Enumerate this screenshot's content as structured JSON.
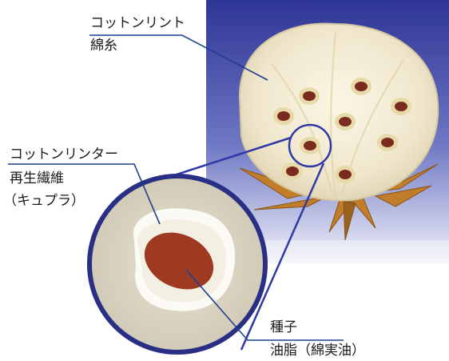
{
  "labels": {
    "lint_line1": "コットンリント",
    "lint_line2": "綿糸",
    "linter_line1": "コットンリンター",
    "linter_line2": "再生繊維",
    "linter_line3": "（キュプラ）",
    "seed_line1": "種子",
    "seed_line2": "油脂（綿実油）"
  },
  "colors": {
    "background_gradient_top": "#3a3f9e",
    "background_gradient_bottom": "#eef0f8",
    "cotton_boll": "#f3ecd8",
    "seed": "#7a2a1e",
    "callout_line": "#2f3aa6",
    "magnified_circle_fill": "#d8d2c0",
    "seed_magnified": "#9e3a22",
    "leader_line": "#1f3f8f"
  },
  "icons": {
    "cotton_boll": "cotton-boll-illustration",
    "magnified_seed": "magnified-seed-circle"
  }
}
